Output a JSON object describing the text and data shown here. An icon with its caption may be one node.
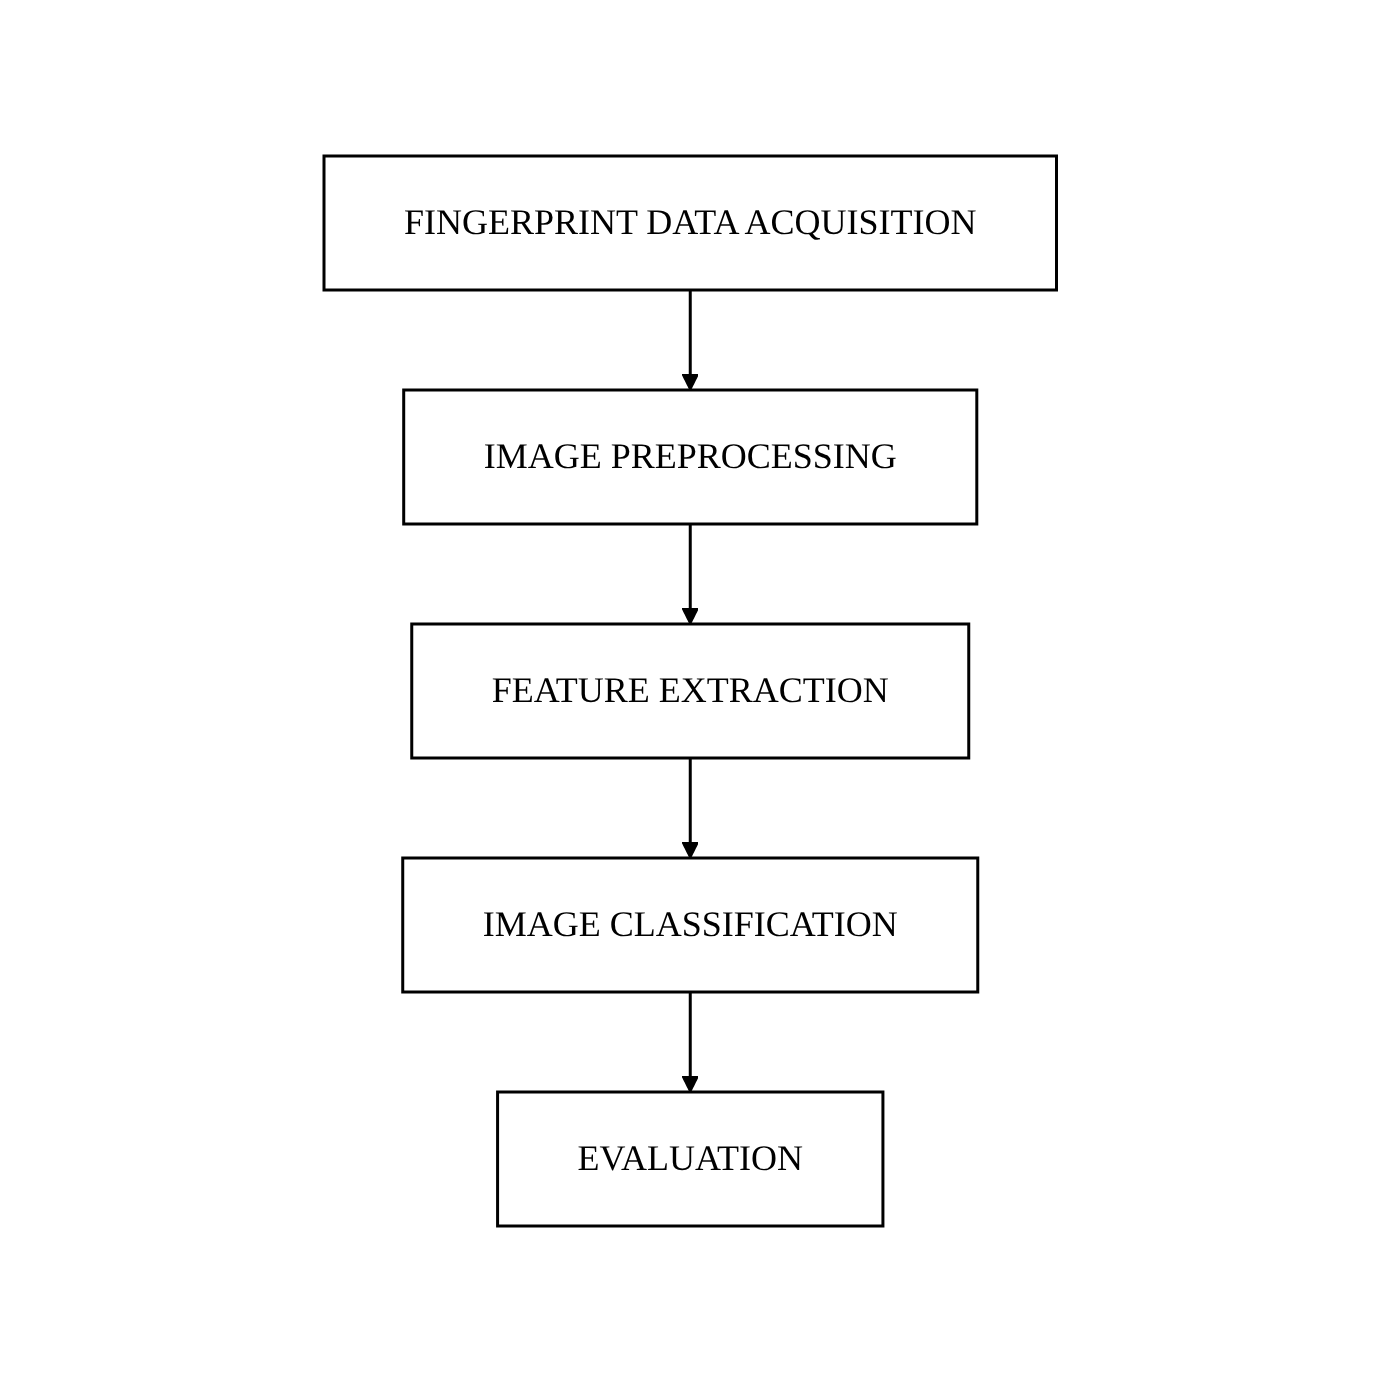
{
  "diagram": {
    "nodes": [
      {
        "text": [
          "FINGERPRINT DATA ACQUISITION"
        ]
      },
      {
        "text": [
          "IMAGE PREPROCESSING"
        ]
      },
      {
        "text": [
          "FEATURE EXTRACTION"
        ]
      },
      {
        "text": [
          "IMAGE CLASSIFICATION"
        ]
      },
      {
        "text": [
          "EVALUATION"
        ]
      }
    ],
    "edges": [
      {
        "from": 0,
        "to": 1,
        "arrow": "to"
      },
      {
        "from": 1,
        "to": 2,
        "arrow": "to"
      },
      {
        "from": 2,
        "to": 3,
        "arrow": "to"
      },
      {
        "from": 3,
        "to": 4,
        "arrow": "to"
      }
    ]
  }
}
